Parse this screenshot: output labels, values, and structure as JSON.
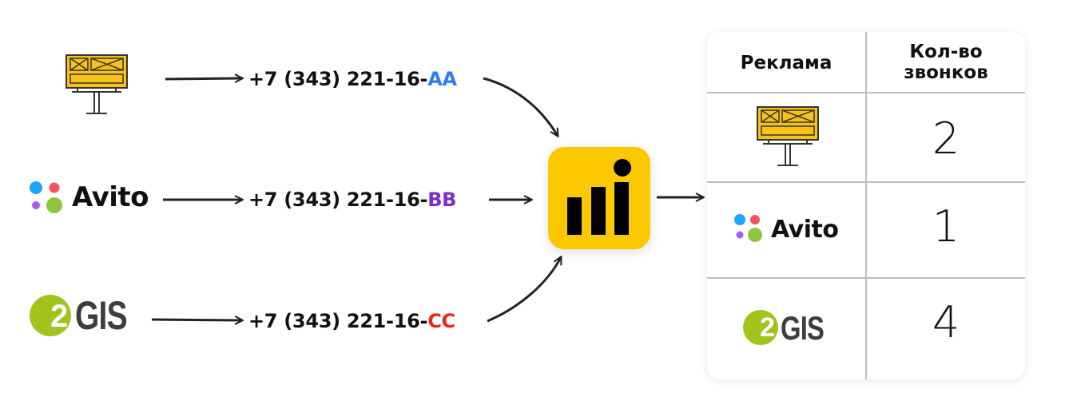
{
  "sources": [
    {
      "id": "billboard",
      "name": "Billboard",
      "icon": "billboard-icon",
      "phone_prefix": "+7 (343) 221-16-",
      "phone_suffix": "AA",
      "suffix_color": "#2a7ef0"
    },
    {
      "id": "avito",
      "name": "Avito",
      "icon": "avito-logo",
      "phone_prefix": "+7 (343) 221-16-",
      "phone_suffix": "BB",
      "suffix_color": "#7a2fc9"
    },
    {
      "id": "2gis",
      "name": "GIS",
      "logo_digit": "2",
      "icon": "2gis-logo",
      "phone_prefix": "+7 (343) 221-16-",
      "phone_suffix": "CC",
      "suffix_color": "#e3261b"
    }
  ],
  "hub": {
    "icon": "analytics-icon",
    "color": "#fcc800"
  },
  "table": {
    "headers": {
      "ad": "Реклама",
      "calls_line1": "Кол-во",
      "calls_line2": "звонков"
    },
    "rows": [
      {
        "source": "billboard",
        "calls": "2"
      },
      {
        "source": "avito",
        "label": "Avito",
        "calls": "1"
      },
      {
        "source": "2gis",
        "label": "GIS",
        "logo_digit": "2",
        "calls": "4"
      }
    ]
  },
  "colors": {
    "billboard_yellow": "#f9c21a",
    "avito_blue": "#1fa3f5",
    "avito_red": "#f2545b",
    "avito_purple": "#a55bf0",
    "avito_green": "#8dc63f",
    "gis_green": "#a2c21c"
  }
}
